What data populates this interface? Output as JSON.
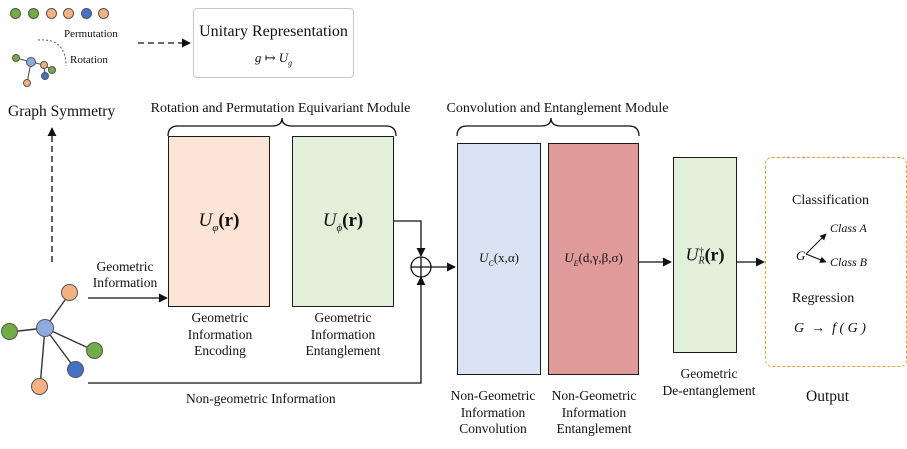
{
  "symmetry": {
    "legend_permutation": "Permutation",
    "legend_rotation": "Rotation",
    "title": "Graph Symmetry"
  },
  "unitary": {
    "title": "Unitary Representation",
    "formula_g": "g",
    "formula_map": "↦",
    "formula_U": "U",
    "formula_sub": "g"
  },
  "modules": {
    "rotation_permutation": "Rotation and Permutation Equivariant Module",
    "convolution_entanglement": "Convolution and Entanglement Module"
  },
  "inputs": {
    "geometric_line1": "Geometric",
    "geometric_line2": "Information",
    "non_geometric": "Non-geometric  Information"
  },
  "boxes": {
    "encoding": {
      "op": "U",
      "sub": "φ",
      "arg": "(r)",
      "caption": [
        "Geometric",
        "Information",
        "Encoding"
      ],
      "fill": "#fbe3d6"
    },
    "entanglement": {
      "op": "U",
      "sub": "ϕ",
      "arg": "(r)",
      "caption": [
        "Geometric",
        "Information",
        "Entanglement"
      ],
      "fill": "#e2f0d9"
    },
    "convolution": {
      "op": "U",
      "sub": "C",
      "arg": "(x,α)",
      "caption": [
        "Non-Geometric",
        "Information",
        "Convolution"
      ],
      "fill": "#dae3f3"
    },
    "ng_entanglement": {
      "op": "U",
      "sub": "E",
      "arg": "(d,γ,β,σ)",
      "caption": [
        "Non-Geometric",
        "Information",
        "Entanglement"
      ],
      "fill": "#e09a9a"
    },
    "disentanglement": {
      "op": "U",
      "sup": "†",
      "sub": "R",
      "arg": "(r)",
      "caption": [
        "Geometric",
        "De-entanglement"
      ],
      "fill": "#e2f0d9"
    }
  },
  "output": {
    "classification": "Classification",
    "class_a": "Class  A",
    "class_b": "Class  B",
    "g_symbol": "G",
    "regression": "Regression",
    "regression_formula": "G  →  f ( G )",
    "label": "Output",
    "border_color": "#e8a52a"
  },
  "node_colors": {
    "orange": "#f4b183",
    "green": "#70ad47",
    "blue": "#8faadc",
    "dark_blue": "#4472c4"
  }
}
